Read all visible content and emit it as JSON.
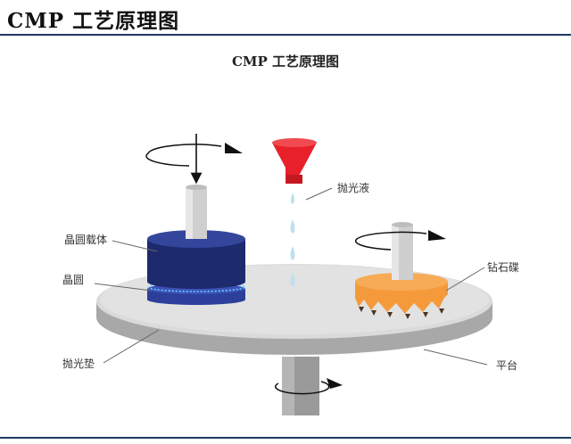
{
  "header": {
    "title": "CMP 工艺原理图"
  },
  "figure": {
    "title": "CMP 工艺原理图",
    "labels": {
      "slurry": "抛光液",
      "wafer_carrier": "晶圆载体",
      "wafer": "晶圆",
      "diamond_disk": "钻石碟",
      "polishing_pad": "抛光垫",
      "platen": "平台"
    },
    "colors": {
      "carrier": "#1d2a6e",
      "wafer": "#2c3f9a",
      "diamond_disk": "#f59a3a",
      "slurry_nozzle": "#e8202a",
      "slurry_drop": "#bfe0ef",
      "pad_top": "#dadada",
      "platen_side": "#a8a8a8"
    }
  }
}
